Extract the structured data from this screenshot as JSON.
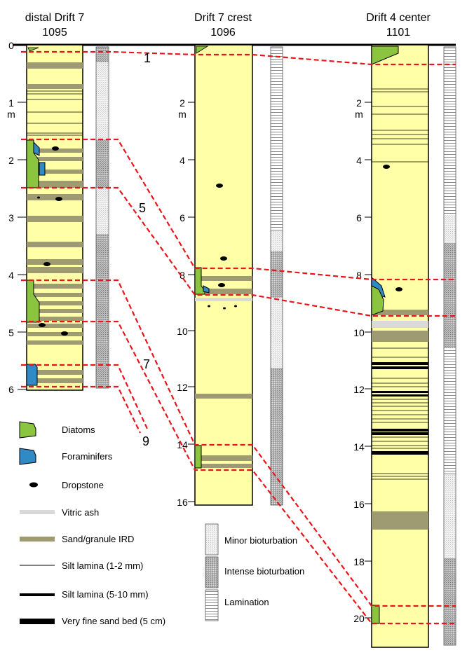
{
  "colors": {
    "core_fill": "#ffffa8",
    "diatom": "#8bc43f",
    "foraminifer": "#2f8ac6",
    "correlation": "#e8161b",
    "sand": "#9e9a72",
    "ash": "#d9d9d9"
  },
  "cores": [
    {
      "title": "distal Drift 7",
      "site": "1095",
      "depth_ticks": [
        "0",
        "1",
        "2",
        "3",
        "4",
        "5",
        "6"
      ],
      "depth_unit": "m"
    },
    {
      "title": "Drift 7 crest",
      "site": "1096",
      "depth_ticks": [
        "2",
        "4",
        "6",
        "8",
        "10",
        "12",
        "14",
        "16"
      ],
      "depth_unit": "m"
    },
    {
      "title": "Drift 4 center",
      "site": "1101",
      "depth_ticks": [
        "2",
        "4",
        "6",
        "8",
        "10",
        "12",
        "14",
        "16",
        "18",
        "20"
      ],
      "depth_unit": ""
    }
  ],
  "correlation_labels": [
    "1",
    "5",
    "7",
    "9"
  ],
  "legend": [
    {
      "key": "diatoms",
      "label": "Diatoms",
      "icon": "diatom-icon"
    },
    {
      "key": "foraminifers",
      "label": "Foraminifers",
      "icon": "foraminifer-icon"
    },
    {
      "key": "dropstone",
      "label": "Dropstone",
      "icon": "dropstone-icon"
    },
    {
      "key": "vitric_ash",
      "label": "Vitric ash",
      "icon": "ash-swatch"
    },
    {
      "key": "sand_ird",
      "label": "Sand/granule IRD",
      "icon": "sand-swatch"
    },
    {
      "key": "silt_thin",
      "label": "Silt lamina (1-2 mm)",
      "icon": "thin-line"
    },
    {
      "key": "silt_thick",
      "label": "Silt lamina (5-10 mm)",
      "icon": "thick-line"
    },
    {
      "key": "sand_bed",
      "label": "Very fine sand bed (5 cm)",
      "icon": "bed-line"
    }
  ],
  "bioturbation_legend": [
    {
      "key": "minor",
      "label": "Minor bioturbation",
      "icon": "minor-bioturbation-swatch"
    },
    {
      "key": "intense",
      "label": "Intense bioturbation",
      "icon": "intense-bioturbation-swatch"
    },
    {
      "key": "lamination",
      "label": "Lamination",
      "icon": "lamination-swatch"
    }
  ]
}
